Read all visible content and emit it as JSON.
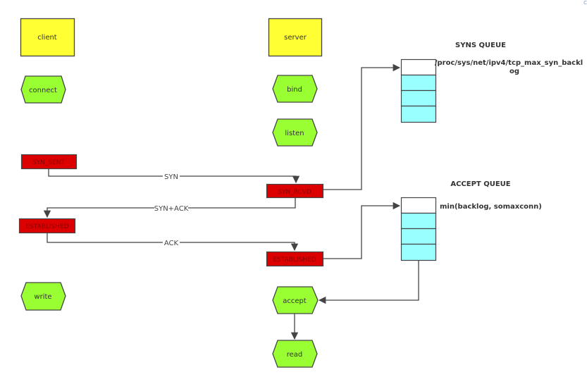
{
  "diagram": {
    "actors": {
      "client": "client",
      "server": "server"
    },
    "client_steps": {
      "connect": "connect",
      "write": "write"
    },
    "server_steps": {
      "bind": "bind",
      "listen": "listen",
      "accept": "accept",
      "read": "read"
    },
    "states": {
      "client_syn_sent": "SYN_SENT",
      "client_established": "ESTABLISHED",
      "server_syn_rcvd": "SYN_RCVD",
      "server_established": "ESTABLISHED"
    },
    "messages": {
      "syn": "SYN",
      "syn_ack": "SYN+ACK",
      "ack": "ACK"
    },
    "syns_queue": {
      "title": "SYNS QUEUE",
      "limit_line1": "/proc/sys/net/ipv4/tcp_max_syn_backl",
      "limit_line2": "og"
    },
    "accept_queue": {
      "title": "ACCEPT QUEUE",
      "limit": "min(backlog, somaxconn)"
    },
    "corner_mark": "C"
  },
  "colors": {
    "actor_fill": "#ffff33",
    "step_fill": "#99ff33",
    "state_fill": "#dd0000",
    "queue_fill": "#99ffff",
    "line": "#444444"
  }
}
